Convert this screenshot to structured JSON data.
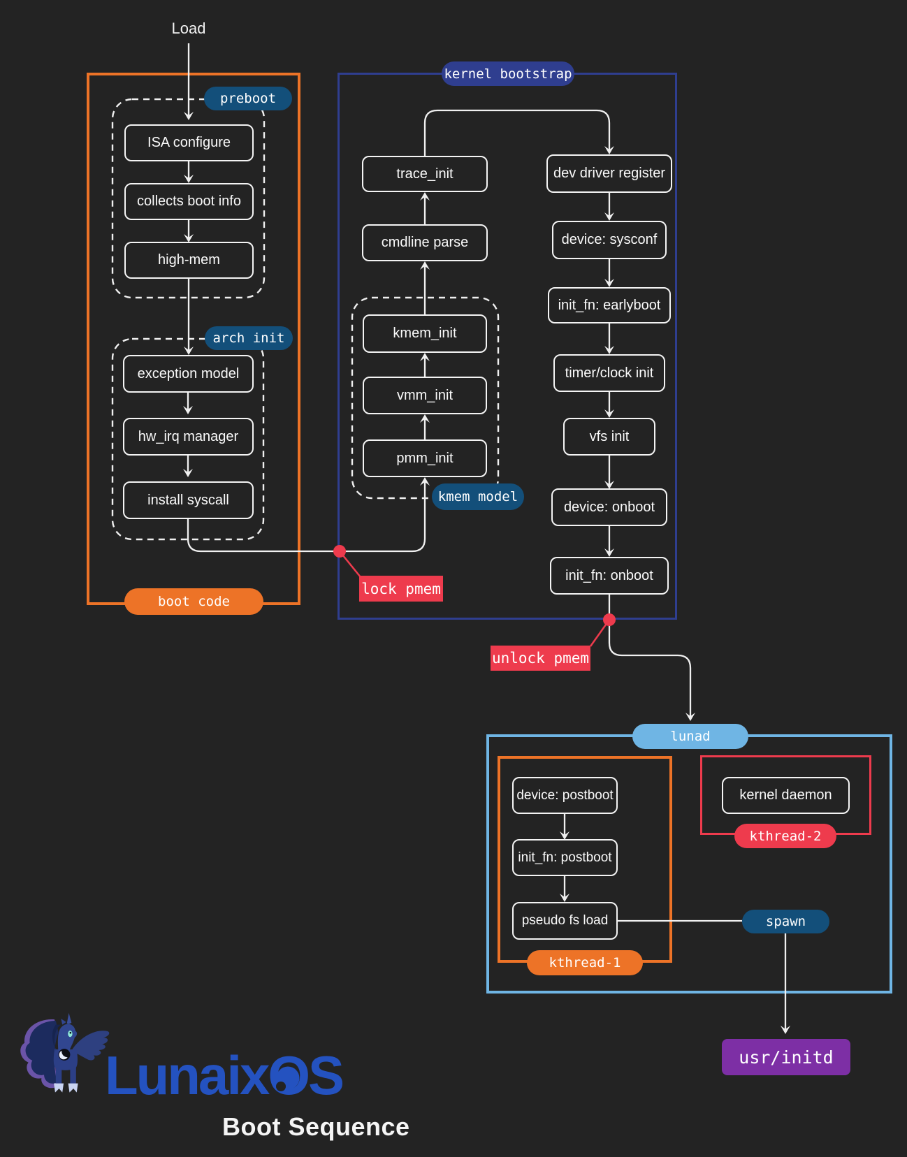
{
  "colors": {
    "background": "#232323",
    "orange": "#ED7327",
    "navy": "#2F3E8F",
    "teal_badge": "#134F7A",
    "red": "#EE3B4D",
    "light_blue": "#6FB5E4",
    "purple": "#7D2FA5",
    "logo_blue": "#2452C0",
    "node_stroke": "#F4F4F4"
  },
  "entry": {
    "label": "Load"
  },
  "boot_code": {
    "badge": "boot code",
    "preboot": {
      "badge": "preboot",
      "steps": [
        "ISA configure",
        "collects boot info",
        "high-mem"
      ]
    },
    "arch_init": {
      "badge": "arch init",
      "steps": [
        "exception model",
        "hw_irq manager",
        "install syscall"
      ]
    }
  },
  "kernel_bootstrap": {
    "badge": "kernel bootstrap",
    "kmem_model": {
      "badge": "kmem model",
      "steps": [
        "pmm_init",
        "vmm_init",
        "kmem_init"
      ]
    },
    "left_chain": [
      "cmdline parse",
      "trace_init"
    ],
    "right_chain": [
      "dev driver register",
      "device: sysconf",
      "init_fn: earlyboot",
      "timer/clock init",
      "vfs init",
      "device: onboot",
      "init_fn: onboot"
    ]
  },
  "annotations": {
    "lock": "lock pmem",
    "unlock": "unlock pmem"
  },
  "lunad": {
    "badge": "lunad",
    "kthread_1": {
      "badge": "kthread-1",
      "steps": [
        "device: postboot",
        "init_fn: postboot",
        "pseudo fs load"
      ]
    },
    "kthread_2": {
      "badge": "kthread-2",
      "node": "kernel daemon"
    },
    "spawn_badge": "spawn"
  },
  "terminal": {
    "label": "usr/initd"
  },
  "footer": {
    "logo_prefix": "Lunaix",
    "logo_o": "O",
    "logo_suffix": "S",
    "title": "Boot Sequence"
  }
}
